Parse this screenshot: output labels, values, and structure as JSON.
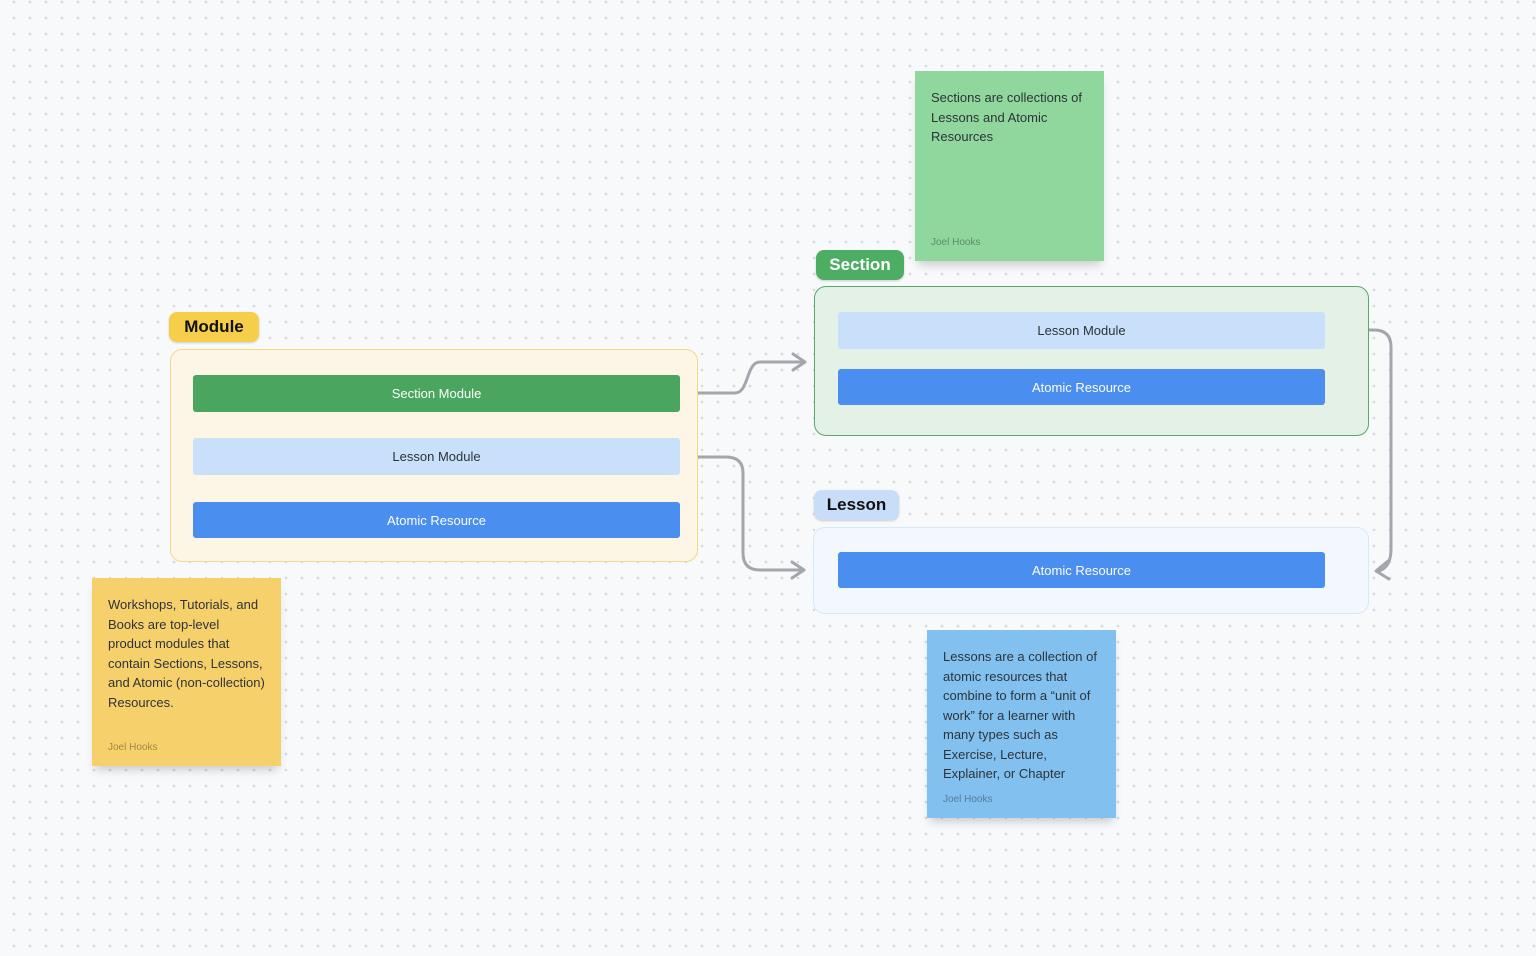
{
  "groups": {
    "module": {
      "label": "Module",
      "items": [
        {
          "label": "Section Module"
        },
        {
          "label": "Lesson Module"
        },
        {
          "label": "Atomic Resource"
        }
      ]
    },
    "section": {
      "label": "Section",
      "items": [
        {
          "label": "Lesson Module"
        },
        {
          "label": "Atomic Resource"
        }
      ]
    },
    "lesson": {
      "label": "Lesson",
      "items": [
        {
          "label": "Atomic Resource"
        }
      ]
    }
  },
  "stickies": {
    "sections_note": {
      "text": "Sections are collections of Lessons and Atomic Resources",
      "author": "Joel Hooks",
      "color": "#90d79e"
    },
    "modules_note": {
      "text": "Workshops, Tutorials, and Books are top-level product modules that contain Sections, Lessons, and Atomic (non-collection) Resources.",
      "author": "Joel Hooks",
      "color": "#f6d16b"
    },
    "lessons_note": {
      "text": "Lessons are a collection of atomic resources that combine to form a “unit of work” for a learner with many types such as Exercise, Lecture, Explainer, or Chapter",
      "author": "Joel Hooks",
      "color": "#81c0ef"
    }
  },
  "colors": {
    "module_accent": "#f6ce4a",
    "section_accent": "#4cad63",
    "lesson_accent": "#c8ddf8",
    "atomic_accent": "#4a8ff0",
    "section_bar": "#4aa55e",
    "lesson_bar": "#c9e0fa",
    "connector": "#a3a7ad",
    "background": "#f8f9fb"
  }
}
